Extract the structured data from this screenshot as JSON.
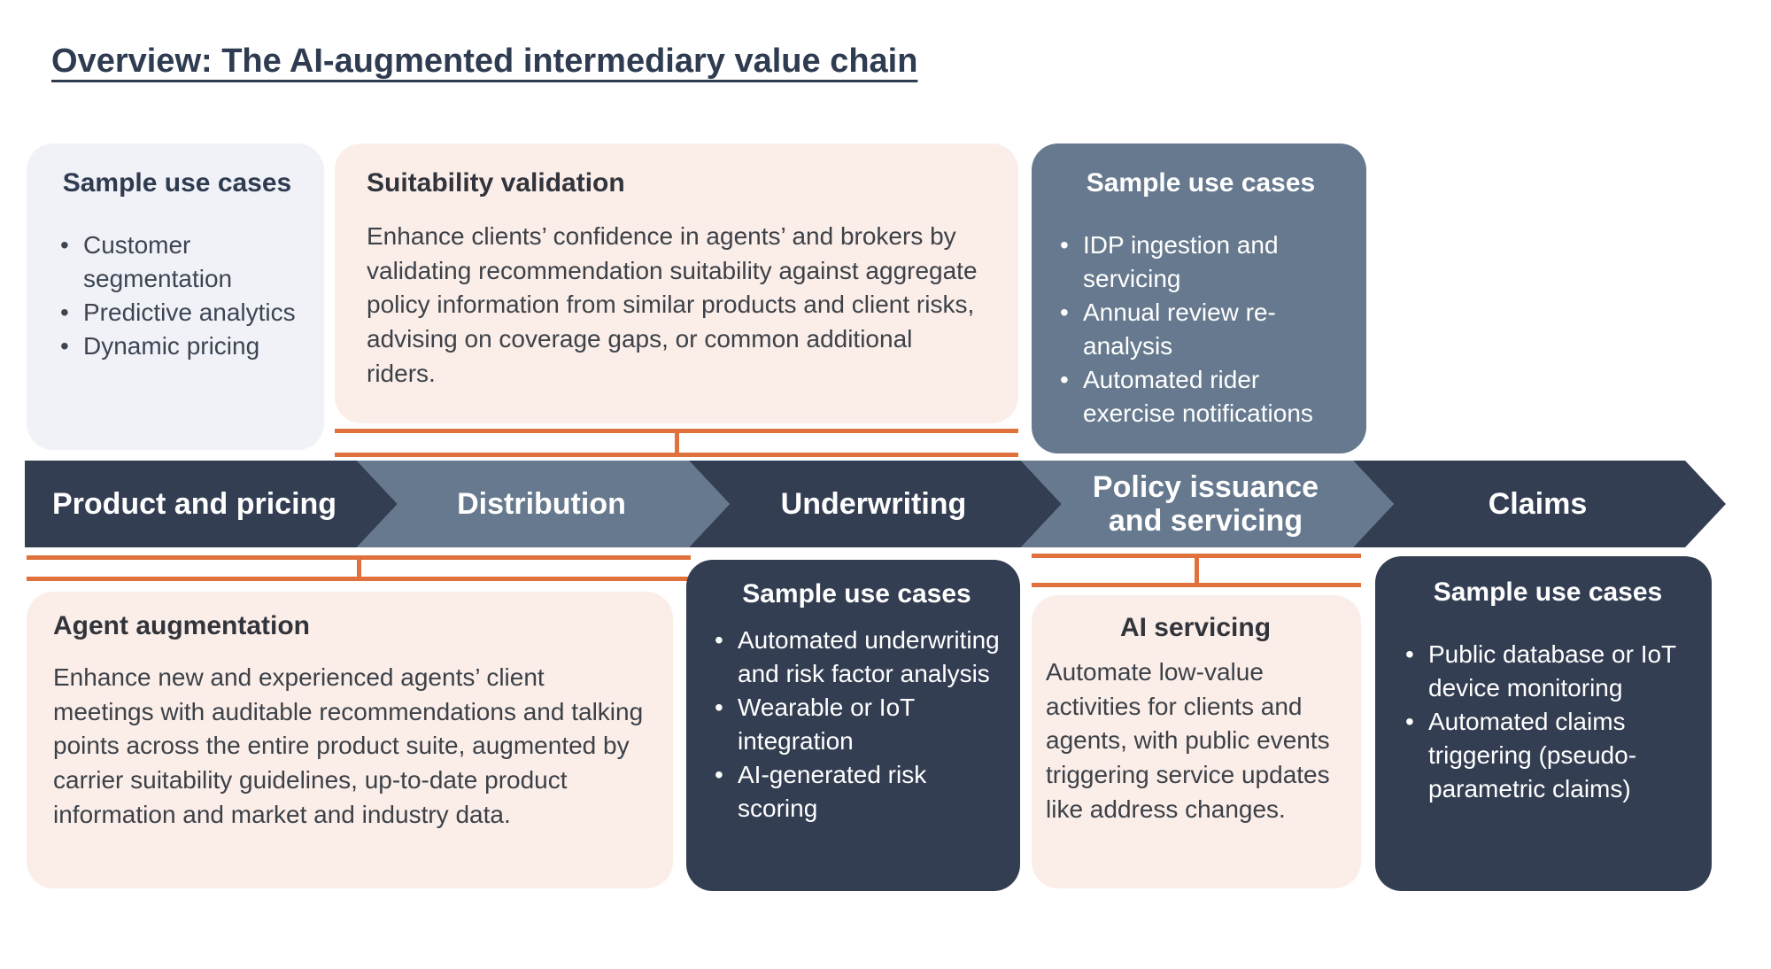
{
  "title": "Overview: The AI-augmented intermediary value chain",
  "colors": {
    "navy": "#333e52",
    "slate": "#66798e",
    "pink": "#fbeee9",
    "lavender": "#f0f2f7",
    "orange_connector": "#e0713c",
    "title_text": "#2e3b50",
    "body_text": "#3c4148",
    "white_text": "#ffffff"
  },
  "chevrons": {
    "items": [
      {
        "label": "Product and pricing"
      },
      {
        "label": "Distribution"
      },
      {
        "label": "Underwriting"
      },
      {
        "label": "Policy issuance and servicing"
      },
      {
        "label": "Claims"
      }
    ]
  },
  "boxes": {
    "top_left": {
      "title": "Sample use cases",
      "bullets": [
        "Customer segmentation",
        "Predictive analytics",
        "Dynamic pricing"
      ]
    },
    "top_middle": {
      "title": "Suitability validation",
      "body": "Enhance clients’ confidence in agents’ and brokers by validating recommendation suitability against aggregate policy information from similar products and client risks, advising on coverage gaps, or common additional riders."
    },
    "top_right": {
      "title": "Sample use cases",
      "bullets": [
        "IDP ingestion and servicing",
        "Annual review re-analysis",
        "Automated rider exercise notifications"
      ]
    },
    "bottom_left": {
      "title": "Agent augmentation",
      "body": "Enhance new and experienced agents’ client meetings with auditable recommendations and talking points across the entire product suite, augmented by carrier suitability guidelines, up-to-date product information and market and industry data."
    },
    "bottom_middle": {
      "title": "Sample use cases",
      "bullets": [
        "Automated underwriting and risk factor analysis",
        "Wearable or IoT integration",
        "AI-generated risk scoring"
      ]
    },
    "ai_servicing": {
      "title": "AI servicing",
      "body": "Automate low-value activities for clients and agents, with public events triggering service updates like address changes."
    },
    "bottom_right": {
      "title": "Sample use cases",
      "bullets": [
        "Public database or IoT device monitoring",
        "Automated claims triggering (pseudo-parametric claims)"
      ]
    }
  }
}
